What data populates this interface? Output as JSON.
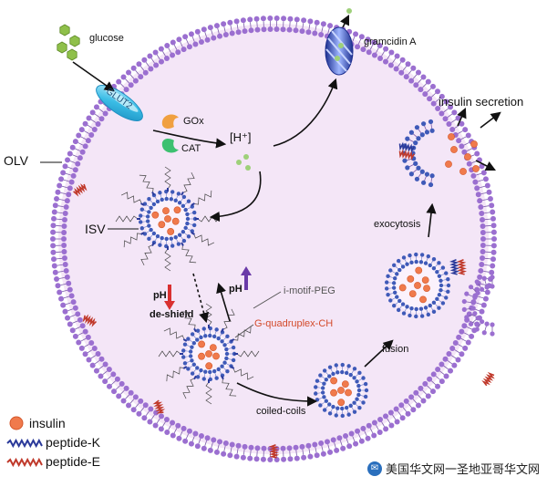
{
  "labels": {
    "glucose": "glucose",
    "glut": "GLUT2",
    "gox": "GOx",
    "cat": "CAT",
    "proton": "[H⁺]",
    "gramcidin": "gramcidin A",
    "insulin_secretion": "insulin secretion",
    "olv": "OLV",
    "isv": "ISV",
    "exocytosis": "exocytosis",
    "ph_left": "pH",
    "deshield": "de-shield",
    "ph_right": "pH",
    "imotif": "i-motif-PEG",
    "gquad": "G-quadruplex-CH",
    "fusion": "fusion",
    "coiled": "coiled-coils"
  },
  "legend": {
    "insulin": "insulin",
    "peptide_k": "peptide-K",
    "peptide_e": "peptide-E"
  },
  "watermark": "美国华文网一圣地亚哥华文网",
  "colors": {
    "membrane_head": "#9b6fd0",
    "membrane_tail": "#7a5aa8",
    "interior": "#f4e6f7",
    "insulin": "#f07a4c",
    "vesicle_head": "#3f5ab8",
    "arrow": "#111111",
    "peptide_k": "#2b3a9a",
    "peptide_e": "#c0392b",
    "glucose": "#8fc04a",
    "glut": "#3bbde6",
    "gramicidin": "#3a56c0",
    "gox": "#f0a040",
    "cat": "#3cc070",
    "proton": "#9ed07a"
  }
}
